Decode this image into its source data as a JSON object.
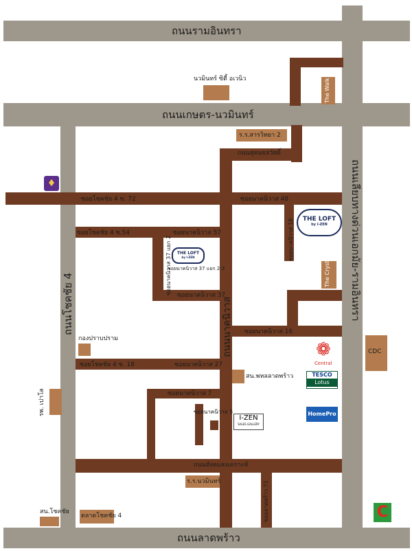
{
  "colors": {
    "main_road": "#9e978b",
    "soi": "#6e3a21",
    "landmark": "#b47c4e"
  },
  "roads": {
    "ram_inthra": "ถนนรามอินทรา",
    "kaset_nawamin": "ถนนเกษตร-นวมินทร์",
    "chokchai4": "ถนนโชคชัย 4",
    "nakniwat": "ถนนนาคนิวาส",
    "liab_klong": "ถนนเลียบทางด่วนเอกมัย-รามอินทรา",
    "ladprao": "ถนนลาดพร้าว",
    "somkiat": "ถนนสังคมสงเคราะห์",
    "sutharom": "ถนนสุคนธสวัสดิ์"
  },
  "sois": {
    "chokchai4_72": "ซอยโชคชัย 4 ซ. 72",
    "chokchai4_54": "ซอยโชคชัย 4 ซ.54",
    "chokchai4_18": "ซอยโชคชัย 4 ซ. 18",
    "nak48": "ซอยนาคนิวาส 48",
    "nak57": "ซอยนาคนิวาส 57",
    "nak37_2": "ซอยนาคนิวาส 37 แยก 2",
    "nak37_2_3": "ซอยนาคนิวาส 37 แยก 2-3",
    "nak37": "ซอยนาคนิวาส 37",
    "nak16": "ซอยนาคนิวาส 16",
    "nak27": "ซอยนาคนิวาส 27",
    "nak7": "ซอยนาคนิวาส 7",
    "nak5": "ซอยนาคนิวาส 5",
    "ladprao71": "ซอยลาดพร้าว 71",
    "nak18_vert": "ซอยนาคนิวาส 18"
  },
  "places": {
    "nawamin_city": "นวมินทร์ ซิตี้ อเวนิว",
    "sarasit2": "ร.ร.สารวิทยา 2",
    "the_walk": "The Walk",
    "the_crystal": "The Crystal",
    "cdc": "CDC",
    "kong_prab": "กองปราบปราม",
    "sn_chokchai": "สน.โชคชัย",
    "talad_chokchai4": "ตลาดโชคชัย 4",
    "rp_paolo": "รพ. เปาโล",
    "sn_ladprao": "สน.พหลลาดพร้าว",
    "rr_nawamin": "ร.ร.นวมินทร์",
    "central": "Central",
    "tesco": "TESCO",
    "lotus": "Lotus",
    "homepro": "HomePro"
  },
  "loft_big": {
    "name": "THE LOFT",
    "sub": "by I-ZEN"
  },
  "loft_small": {
    "name": "THE LOFT",
    "sub": "by I-ZEN"
  },
  "izen": {
    "name": "I-ZEN",
    "sub": "SALES GALLERY"
  }
}
